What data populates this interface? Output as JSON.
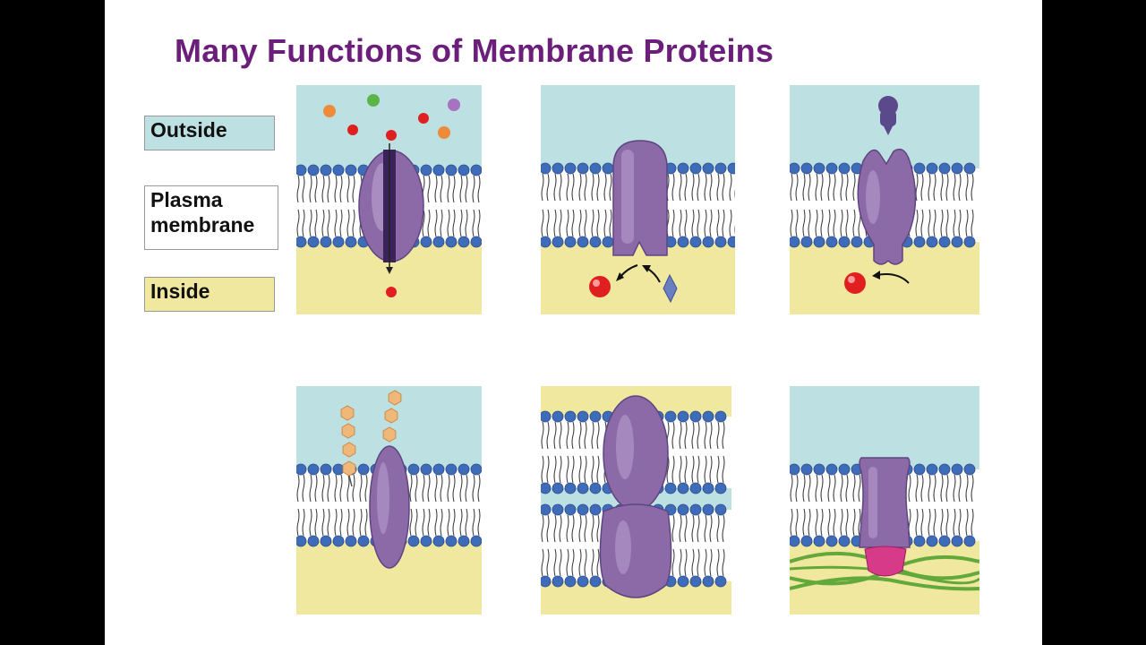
{
  "title": "Many Functions of Membrane Proteins",
  "legend": {
    "outside": "Outside",
    "plasma_membrane": "Plasma membrane",
    "inside": "Inside"
  },
  "colors": {
    "outside": "#bde0e2",
    "inside": "#f1e8a0",
    "protein": "#8c6aa8",
    "head": "#3f6cb8",
    "title": "#6b1f7b",
    "signal": "#e02020",
    "sugar": "#f0b878",
    "fiber": "#62a83a",
    "anchor": "#d83a8a"
  },
  "panels": [
    {
      "name": "transport"
    },
    {
      "name": "enzymatic-activity"
    },
    {
      "name": "signal-transduction"
    },
    {
      "name": "cell-recognition"
    },
    {
      "name": "intercellular-joining"
    },
    {
      "name": "attachment-to-cytoskeleton"
    }
  ]
}
